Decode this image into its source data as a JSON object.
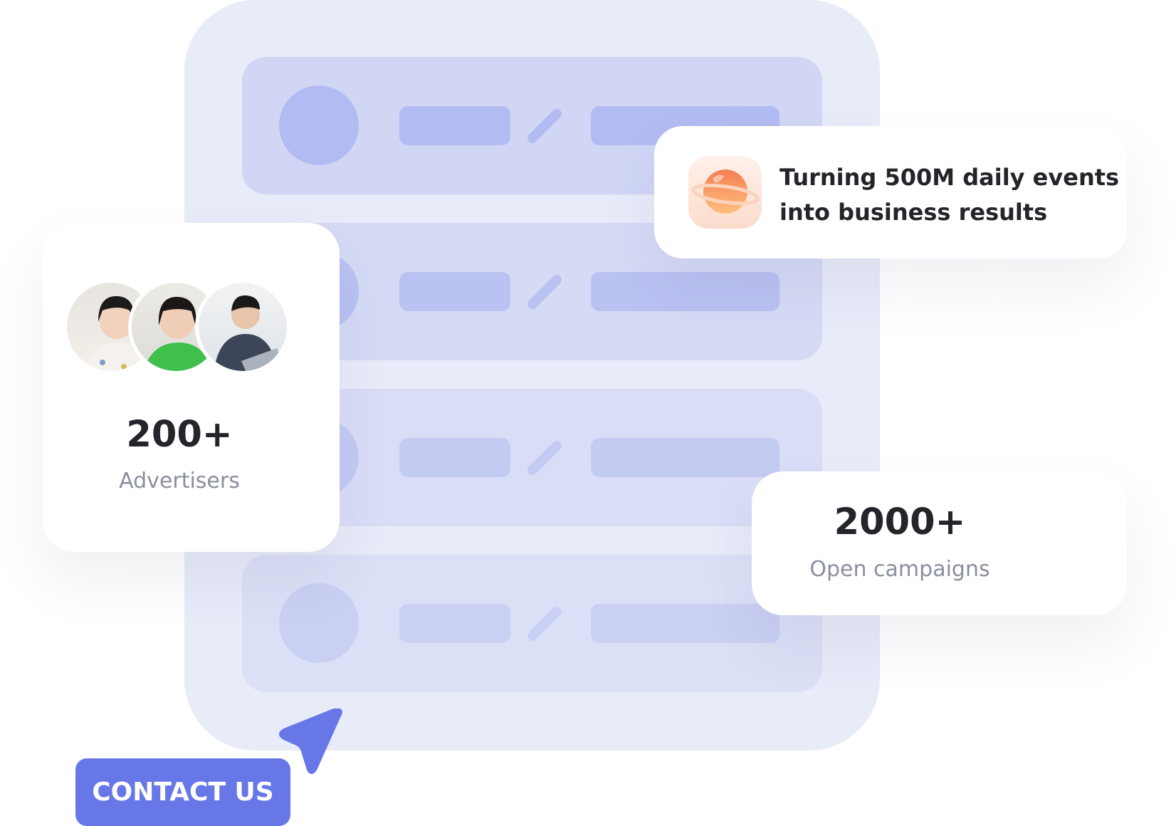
{
  "headline_card": {
    "icon": "planet-icon",
    "line1": "Turning 500M daily events",
    "line2": "into business results"
  },
  "advertisers_card": {
    "value": "200+",
    "label": "Advertisers",
    "avatars": [
      "avatar-woman-floral",
      "avatar-woman-green",
      "avatar-man-laptop"
    ]
  },
  "campaigns_card": {
    "value": "2000+",
    "label": "Open campaigns"
  },
  "cta": {
    "label": "CONTACT US",
    "icon": "send-arrow-icon"
  },
  "colors": {
    "accent": "#6777e8",
    "panel": "#e8ebf8",
    "row": "#d0d6f4",
    "text": "#24252b",
    "muted": "#8a8f9e"
  }
}
